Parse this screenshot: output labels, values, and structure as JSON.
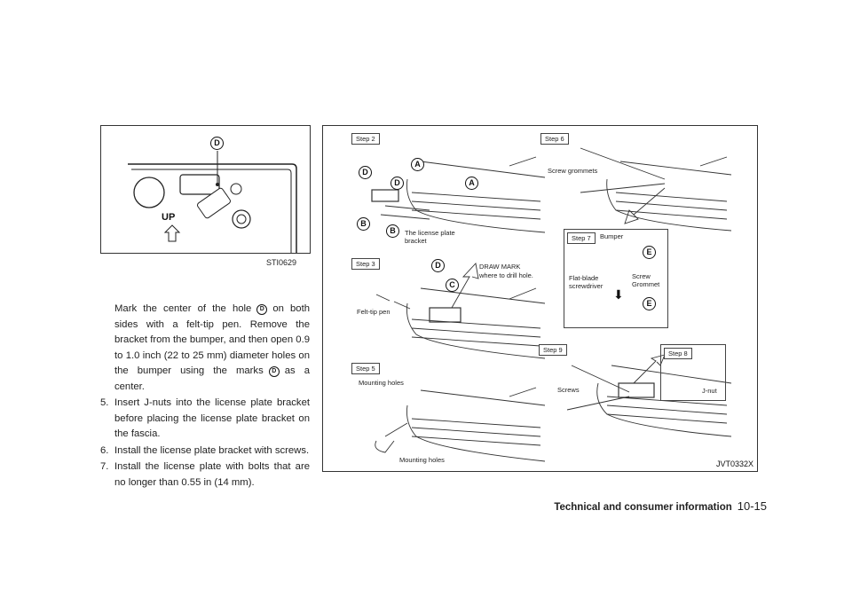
{
  "figure_left": {
    "callout": "D",
    "up_label": "UP",
    "code": "STI0629"
  },
  "body_text": {
    "intro": [
      "Mark the center of the hole",
      "on both sides with a felt-tip pen. Remove the bracket from the bumper, and then open 0.9 to 1.0 inch (22 to 25 mm) diameter holes on the bumper using the marks",
      "as a center."
    ],
    "callout": "D",
    "items": [
      {
        "num": "5.",
        "text": "Insert J-nuts into the license plate bracket before placing the license plate bracket on the fascia."
      },
      {
        "num": "6.",
        "text": "Install the license plate bracket with screws."
      },
      {
        "num": "7.",
        "text": "Install the license plate with bolts that are no longer than 0.55 in (14 mm)."
      }
    ]
  },
  "figure_right": {
    "code": "JVT0332X",
    "steps": {
      "step2": {
        "title": "Step 2",
        "bracket_label": "The license plate bracket",
        "callouts": [
          "D",
          "B",
          "D",
          "B",
          "A",
          "A"
        ]
      },
      "step3": {
        "title": "Step 3",
        "pen_label": "Felt-tip pen",
        "draw_mark": "DRAW MARK",
        "draw_mark_sub": "where to drill hole.",
        "callouts": [
          "D",
          "C"
        ]
      },
      "step5": {
        "title": "Step 5",
        "holes_top": "Mounting holes",
        "holes_bottom": "Mounting holes"
      },
      "step6": {
        "title": "Step 6",
        "grommets": "Screw grommets"
      },
      "step7": {
        "title": "Step 7",
        "bumper": "Bumper",
        "screwdriver": "Flat-blade screwdriver",
        "grommet": "Screw Grommet",
        "callouts": [
          "E",
          "E"
        ]
      },
      "step8": {
        "title": "Step 8",
        "jnut": "J-nut"
      },
      "step9": {
        "title": "Step 9",
        "screws": "Screws"
      }
    }
  },
  "footer": {
    "section": "Technical and consumer information",
    "page": "10-15"
  }
}
